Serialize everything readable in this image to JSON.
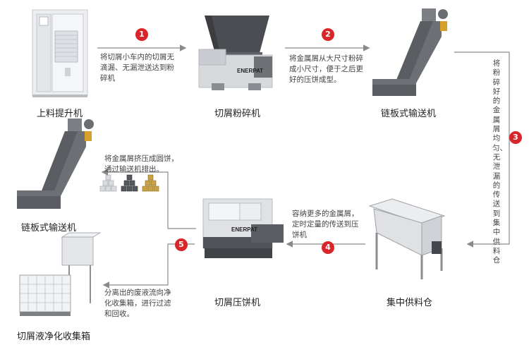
{
  "machines": {
    "lift": "上料提升机",
    "shredder": "切屑粉碎机",
    "conveyor_top": "链板式输送机",
    "conveyor_left": "链板式输送机",
    "hopper": "集中供料仓",
    "briquetter": "切屑压饼机",
    "tank": "切屑液净化收集箱"
  },
  "steps": [
    "1",
    "2",
    "3",
    "4",
    "5"
  ],
  "descriptions": {
    "d1": [
      "将切屑小车内的切屑无",
      "滴漏、无漏泄送达到粉",
      "碎机"
    ],
    "d2": [
      "将金属屑从大尺寸粉碎",
      "成小尺寸，便于之后更",
      "好的压饼成型。"
    ],
    "d3": "将粉碎好的金属屑均匀、无泄漏的传送到集中供料仓",
    "d4": [
      "容纳更多的金属屑，",
      "定时定量的传送到压",
      "饼机"
    ],
    "d5": [
      "分离出的废液流向净",
      "化收集箱，进行过滤",
      "和回收。"
    ],
    "d6": [
      "将金属屑挤压成圆饼，",
      "通过输送机排出。"
    ]
  },
  "brand": "ENERPAT",
  "colors": {
    "accent": "#d8262a",
    "machine_gray": "#5a5d62",
    "line": "#8a8a8a"
  }
}
